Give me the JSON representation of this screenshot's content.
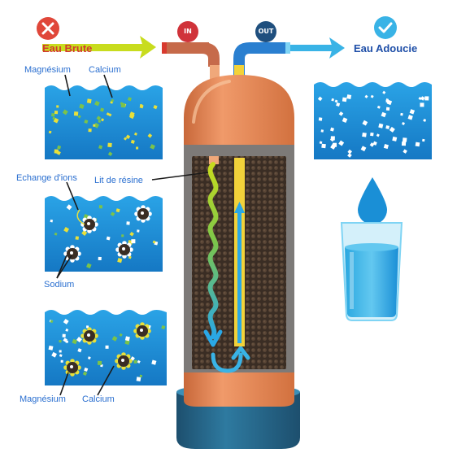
{
  "labels": {
    "raw_water": "Eau Brute",
    "soft_water": "Eau Adoucie",
    "inlet": "IN",
    "outlet": "OUT",
    "magnesium_top": "Magnésium",
    "calcium_top": "Calcium",
    "ion_exchange": "Echange d'ions",
    "resin_bed": "Lit de résine",
    "sodium": "Sodium",
    "magnesium_bottom": "Magnésium",
    "calcium_bottom": "Calcium"
  },
  "icons": {
    "raw_water_status": "cross-icon",
    "soft_water_status": "check-icon"
  },
  "colors": {
    "water": "#1a8fd6",
    "tank": "#e8895a",
    "resin": "#3d2e24",
    "raw_accent": "#d23a2e",
    "soft_accent": "#1f4fa8",
    "arrow_in": "#c8dc1e",
    "arrow_out": "#39b3e6",
    "calcium": "#e8e03a",
    "magnesium": "#7bc34a"
  }
}
